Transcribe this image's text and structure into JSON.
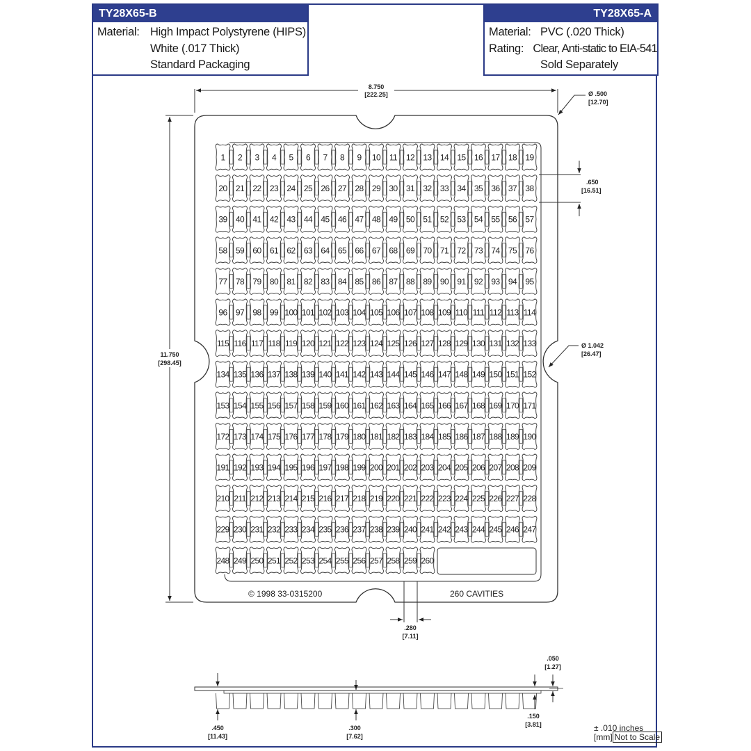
{
  "left_box": {
    "part_number": "TY28X65-B",
    "rows": [
      {
        "key": "Material:",
        "value": "High Impact Polystyrene (HIPS)"
      },
      {
        "key": "",
        "value": "White (.017 Thick)"
      },
      {
        "key": "",
        "value": "Standard Packaging"
      }
    ]
  },
  "right_box": {
    "part_number": "TY28X65-A",
    "rows": [
      {
        "key": "Material:",
        "value": "PVC (.020 Thick)"
      },
      {
        "key": "Rating:",
        "value": "Clear, Anti-static to EIA-541"
      },
      {
        "key": "",
        "value": "Sold Separately"
      }
    ]
  },
  "dimensions": {
    "width": {
      "in": "8.750",
      "mm": "[222.25]"
    },
    "height": {
      "in": "11.750",
      "mm": "[298.45]"
    },
    "corner_radius": {
      "in": "Ø .500",
      "mm": "[12.70]"
    },
    "side_notch": {
      "in": "Ø 1.042",
      "mm": "[26.47]"
    },
    "row_pitch": {
      "in": ".650",
      "mm": "[16.51]"
    },
    "col_pitch": {
      "in": ".280",
      "mm": "[7.11]"
    },
    "overall_depth": {
      "in": ".450",
      "mm": "[11.43]"
    },
    "cavity_depth": {
      "in": ".300",
      "mm": "[7.62]"
    },
    "flange_thickness": {
      "in": ".050",
      "mm": "[1.27]"
    },
    "step": {
      "in": ".150",
      "mm": "[3.81]"
    }
  },
  "tray": {
    "copyright": "© 1998 33-0315200",
    "cavity_label": "260 CAVITIES",
    "columns": 19,
    "rows": 14,
    "cavity_count": 260
  },
  "footer": {
    "tolerance": "± .010 inches",
    "units": "[mm]",
    "scale_note": "Not to Scale"
  },
  "colors": {
    "frame_blue": "#2a3a86",
    "header_bar": "#2e3f8f",
    "line": "#333333"
  }
}
